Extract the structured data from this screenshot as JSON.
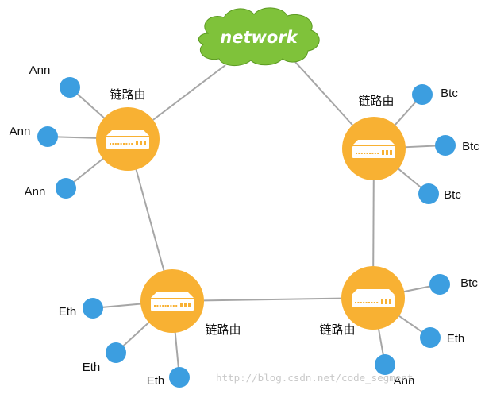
{
  "cloud": {
    "label": "network",
    "color": "#7fc23a"
  },
  "routers": [
    {
      "id": "r1",
      "label": "链路由",
      "leaves": [
        {
          "label": "Ann"
        },
        {
          "label": "Ann"
        },
        {
          "label": "Ann"
        }
      ]
    },
    {
      "id": "r2",
      "label": "链路由",
      "leaves": [
        {
          "label": "Btc"
        },
        {
          "label": "Btc"
        },
        {
          "label": "Btc"
        }
      ]
    },
    {
      "id": "r3",
      "label": "链路由",
      "leaves": [
        {
          "label": "Eth"
        },
        {
          "label": "Eth"
        },
        {
          "label": "Eth"
        }
      ]
    },
    {
      "id": "r4",
      "label": "链路由",
      "leaves": [
        {
          "label": "Btc"
        },
        {
          "label": "Eth"
        },
        {
          "label": "Ann"
        }
      ]
    }
  ],
  "links": [
    {
      "from": "network",
      "to": "r1"
    },
    {
      "from": "network",
      "to": "r2"
    },
    {
      "from": "r1",
      "to": "r3"
    },
    {
      "from": "r2",
      "to": "r4"
    },
    {
      "from": "r3",
      "to": "r4"
    }
  ],
  "watermark": "http://blog.csdn.net/code_segment",
  "colors": {
    "router": "#f8b133",
    "leaf": "#3c9ee0",
    "edge": "#a6a6a6"
  }
}
